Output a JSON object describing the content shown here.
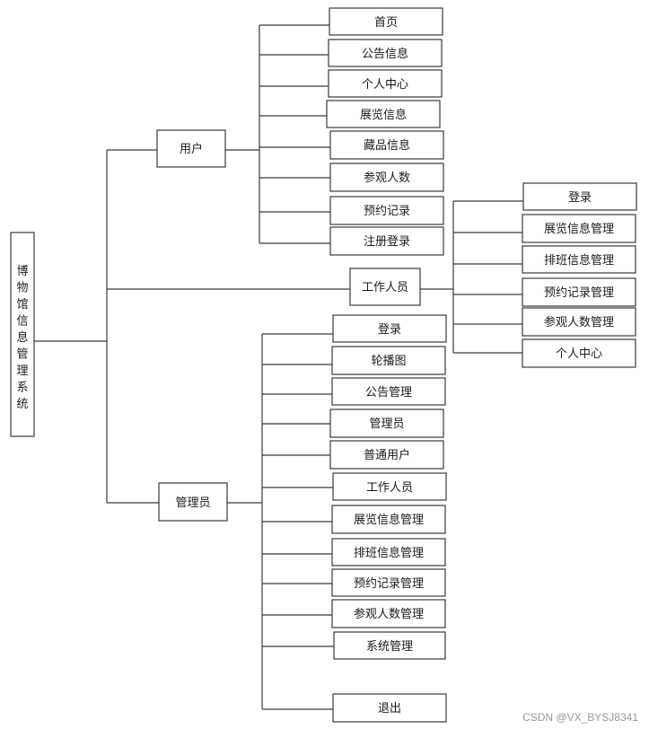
{
  "root": {
    "label": "博物馆信息管理系统"
  },
  "branches": [
    {
      "label": "用户",
      "children": [
        "首页",
        "公告信息",
        "个人中心",
        "展览信息",
        "藏品信息",
        "参观人数",
        "预约记录",
        "注册登录"
      ]
    },
    {
      "label": "工作人员",
      "children": [
        "登录",
        "展览信息管理",
        "排班信息管理",
        "预约记录管理",
        "参观人数管理",
        "个人中心"
      ]
    },
    {
      "label": "管理员",
      "children": [
        "登录",
        "轮播图",
        "公告管理",
        "管理员",
        "普通用户",
        "工作人员",
        "展览信息管理",
        "排班信息管理",
        "预约记录管理",
        "参观人数管理",
        "系统管理",
        "退出"
      ]
    }
  ],
  "watermark": "CSDN @VX_BYSJ8341"
}
